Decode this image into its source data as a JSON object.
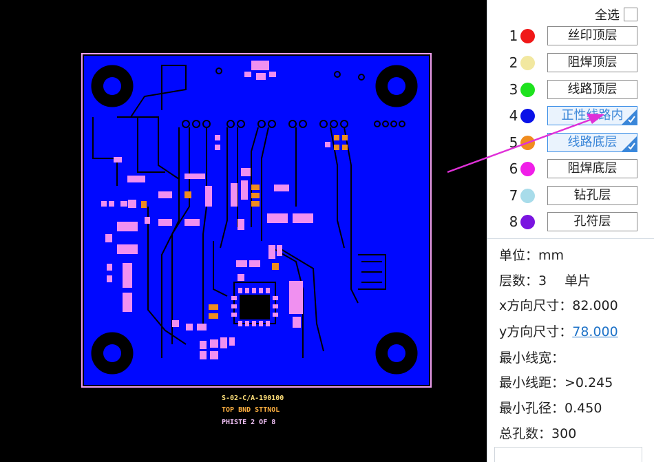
{
  "panel": {
    "select_all": "全选",
    "layers": [
      {
        "num": "1",
        "label": "丝印顶层",
        "color": "#f01818",
        "active": false
      },
      {
        "num": "2",
        "label": "阻焊顶层",
        "color": "#f2e8a0",
        "active": false
      },
      {
        "num": "3",
        "label": "线路顶层",
        "color": "#1ee21e",
        "active": false
      },
      {
        "num": "4",
        "label": "正性线路内",
        "color": "#0a12e8",
        "active": true
      },
      {
        "num": "5",
        "label": "线路底层",
        "color": "#f08c1e",
        "active": true
      },
      {
        "num": "6",
        "label": "阻焊底层",
        "color": "#f01ee8",
        "active": false
      },
      {
        "num": "7",
        "label": "钻孔层",
        "color": "#a8dcea",
        "active": false
      },
      {
        "num": "8",
        "label": "孔符层",
        "color": "#7a14e0",
        "active": false
      }
    ],
    "info": {
      "unit_label": "单位：",
      "unit_value": "mm",
      "layers_label": "层数：",
      "layers_value": "3",
      "board_type": "单片",
      "x_label": "x方向尺寸：",
      "x_value": "82.000",
      "y_label": "y方向尺寸：",
      "y_value": "78.000",
      "min_width_label": "最小线宽：",
      "min_space_label": "最小线距：",
      "min_space_value": ">0.245",
      "min_hole_label": "最小孔径：",
      "min_hole_value": "0.450",
      "hole_count_label": "总孔数：",
      "hole_count_value": "300"
    }
  },
  "board": {
    "text_lines": [
      "S-02-C/A-190100",
      "TOP BND STTNOL",
      "PHISTE 2 OF 8"
    ],
    "board_color": "#0008ff",
    "outline_color": "#f0a0f0",
    "arrow_color": "#e030d8"
  }
}
